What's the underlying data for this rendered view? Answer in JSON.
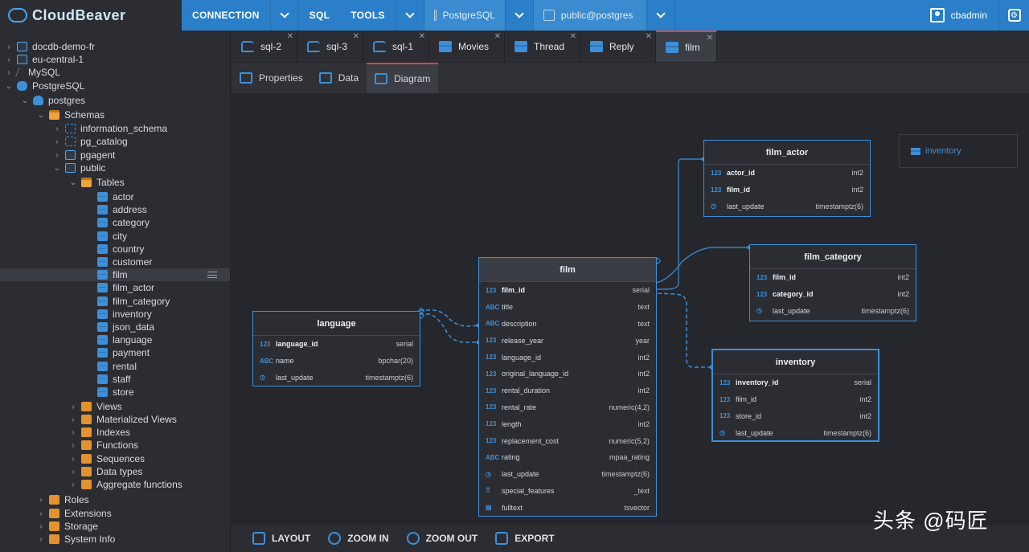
{
  "app": {
    "brand": "CloudBeaver"
  },
  "topbar": {
    "menu": [
      "CONNECTION",
      "SQL",
      "TOOLS"
    ],
    "connection": "PostgreSQL",
    "schema": "public@postgres",
    "user": "cbadmin"
  },
  "sidebar": {
    "rows": [
      {
        "label": "docdb-demo-fr",
        "depth": 0,
        "tw": "›",
        "icon": "doc"
      },
      {
        "label": "eu-central-1",
        "depth": 0,
        "tw": "›",
        "icon": "doc"
      },
      {
        "label": "MySQL",
        "depth": 0,
        "tw": "›",
        "icon": "mysql"
      },
      {
        "label": "PostgreSQL",
        "depth": 0,
        "tw": "⌄",
        "icon": "pg"
      },
      {
        "label": "postgres",
        "depth": 1,
        "tw": "⌄",
        "icon": "db"
      },
      {
        "label": "Schemas",
        "depth": 2,
        "tw": "⌄",
        "icon": "folder-open"
      },
      {
        "label": "information_schema",
        "depth": 3,
        "tw": "›",
        "icon": "schema"
      },
      {
        "label": "pg_catalog",
        "depth": 3,
        "tw": "›",
        "icon": "schema"
      },
      {
        "label": "pgagent",
        "depth": 3,
        "tw": "›",
        "icon": "doc"
      },
      {
        "label": "public",
        "depth": 3,
        "tw": "⌄",
        "icon": "doc"
      },
      {
        "label": "Tables",
        "depth": 4,
        "tw": "⌄",
        "icon": "folder-open"
      },
      {
        "label": "actor",
        "depth": 5,
        "tw": "",
        "icon": "table"
      },
      {
        "label": "address",
        "depth": 5,
        "tw": "",
        "icon": "table"
      },
      {
        "label": "category",
        "depth": 5,
        "tw": "",
        "icon": "table"
      },
      {
        "label": "city",
        "depth": 5,
        "tw": "",
        "icon": "table"
      },
      {
        "label": "country",
        "depth": 5,
        "tw": "",
        "icon": "table"
      },
      {
        "label": "customer",
        "depth": 5,
        "tw": "",
        "icon": "table"
      },
      {
        "label": "film",
        "depth": 5,
        "tw": "",
        "icon": "table",
        "selected": true
      },
      {
        "label": "film_actor",
        "depth": 5,
        "tw": "",
        "icon": "table"
      },
      {
        "label": "film_category",
        "depth": 5,
        "tw": "",
        "icon": "table"
      },
      {
        "label": "inventory",
        "depth": 5,
        "tw": "",
        "icon": "table"
      },
      {
        "label": "json_data",
        "depth": 5,
        "tw": "",
        "icon": "table"
      },
      {
        "label": "language",
        "depth": 5,
        "tw": "",
        "icon": "table"
      },
      {
        "label": "payment",
        "depth": 5,
        "tw": "",
        "icon": "table"
      },
      {
        "label": "rental",
        "depth": 5,
        "tw": "",
        "icon": "table"
      },
      {
        "label": "staff",
        "depth": 5,
        "tw": "",
        "icon": "table"
      },
      {
        "label": "store",
        "depth": 5,
        "tw": "",
        "icon": "table"
      },
      {
        "label": "Views",
        "depth": 4,
        "tw": "›",
        "icon": "folder"
      },
      {
        "label": "Materialized Views",
        "depth": 4,
        "tw": "›",
        "icon": "folder"
      },
      {
        "label": "Indexes",
        "depth": 4,
        "tw": "›",
        "icon": "folder"
      },
      {
        "label": "Functions",
        "depth": 4,
        "tw": "›",
        "icon": "folder"
      },
      {
        "label": "Sequences",
        "depth": 4,
        "tw": "›",
        "icon": "folder"
      },
      {
        "label": "Data types",
        "depth": 4,
        "tw": "›",
        "icon": "folder"
      },
      {
        "label": "Aggregate functions",
        "depth": 4,
        "tw": "›",
        "icon": "folder"
      },
      {
        "label": "Roles",
        "depth": 2,
        "tw": "›",
        "icon": "folder"
      },
      {
        "label": "Extensions",
        "depth": 2,
        "tw": "›",
        "icon": "folder"
      },
      {
        "label": "Storage",
        "depth": 2,
        "tw": "›",
        "icon": "folder"
      },
      {
        "label": "System Info",
        "depth": 2,
        "tw": "›",
        "icon": "folder"
      }
    ]
  },
  "tabs": [
    {
      "label": "sql-2",
      "type": "sql"
    },
    {
      "label": "sql-3",
      "type": "sql"
    },
    {
      "label": "sql-1",
      "type": "sql"
    },
    {
      "label": "Movies",
      "type": "tbl"
    },
    {
      "label": "Thread",
      "type": "tbl"
    },
    {
      "label": "Reply",
      "type": "tbl"
    },
    {
      "label": "film",
      "type": "tbl",
      "active": true
    }
  ],
  "subtabs": [
    {
      "label": "Properties"
    },
    {
      "label": "Data"
    },
    {
      "label": "Diagram",
      "active": true
    }
  ],
  "entities": {
    "film_actor": {
      "title": "film_actor",
      "columns": [
        {
          "icon": "123",
          "name": "actor_id",
          "type": "int2",
          "pk": true
        },
        {
          "icon": "123",
          "name": "film_id",
          "type": "int2",
          "pk": true
        },
        {
          "icon": "clock",
          "name": "last_update",
          "type": "timestamptz(6)"
        }
      ]
    },
    "film_category": {
      "title": "film_category",
      "columns": [
        {
          "icon": "123",
          "name": "film_id",
          "type": "int2",
          "pk": true
        },
        {
          "icon": "123",
          "name": "category_id",
          "type": "int2",
          "pk": true
        },
        {
          "icon": "clock",
          "name": "last_update",
          "type": "timestamptz(6)"
        }
      ]
    },
    "film": {
      "title": "film",
      "columns": [
        {
          "icon": "123",
          "name": "film_id",
          "type": "serial",
          "pk": true
        },
        {
          "icon": "ABC",
          "name": "title",
          "type": "text"
        },
        {
          "icon": "ABC",
          "name": "description",
          "type": "text"
        },
        {
          "icon": "123",
          "name": "release_year",
          "type": "year"
        },
        {
          "icon": "123",
          "name": "language_id",
          "type": "int2"
        },
        {
          "icon": "123",
          "name": "original_language_id",
          "type": "int2"
        },
        {
          "icon": "123",
          "name": "rental_duration",
          "type": "int2"
        },
        {
          "icon": "123",
          "name": "rental_rate",
          "type": "numeric(4,2)"
        },
        {
          "icon": "123",
          "name": "length",
          "type": "int2"
        },
        {
          "icon": "123",
          "name": "replacement_cost",
          "type": "numeric(5,2)"
        },
        {
          "icon": "ABC",
          "name": "rating",
          "type": "mpaa_rating"
        },
        {
          "icon": "clock",
          "name": "last_update",
          "type": "timestamptz(6)"
        },
        {
          "icon": "grid",
          "name": "special_features",
          "type": "_text"
        },
        {
          "icon": "doc",
          "name": "fulltext",
          "type": "tsvector"
        }
      ]
    },
    "language": {
      "title": "language",
      "columns": [
        {
          "icon": "123",
          "name": "language_id",
          "type": "serial",
          "pk": true
        },
        {
          "icon": "ABC",
          "name": "name",
          "type": "bpchar(20)"
        },
        {
          "icon": "clock",
          "name": "last_update",
          "type": "timestamptz(6)"
        }
      ]
    },
    "inventory": {
      "title": "inventory",
      "columns": [
        {
          "icon": "123",
          "name": "inventory_id",
          "type": "serial",
          "pk": true
        },
        {
          "icon": "123",
          "name": "film_id",
          "type": "int2"
        },
        {
          "icon": "123",
          "name": "store_id",
          "type": "int2"
        },
        {
          "icon": "clock",
          "name": "last_update",
          "type": "timestamptz(6)"
        }
      ]
    }
  },
  "minimap": {
    "label": "inventory"
  },
  "bottombar": [
    "LAYOUT",
    "ZOOM IN",
    "ZOOM OUT",
    "EXPORT"
  ],
  "watermark": "头条 @码匠",
  "colors": {
    "accent": "#3e8fd8",
    "topbar": "#2a7fc8",
    "active_tab_border": "#dd4444"
  }
}
